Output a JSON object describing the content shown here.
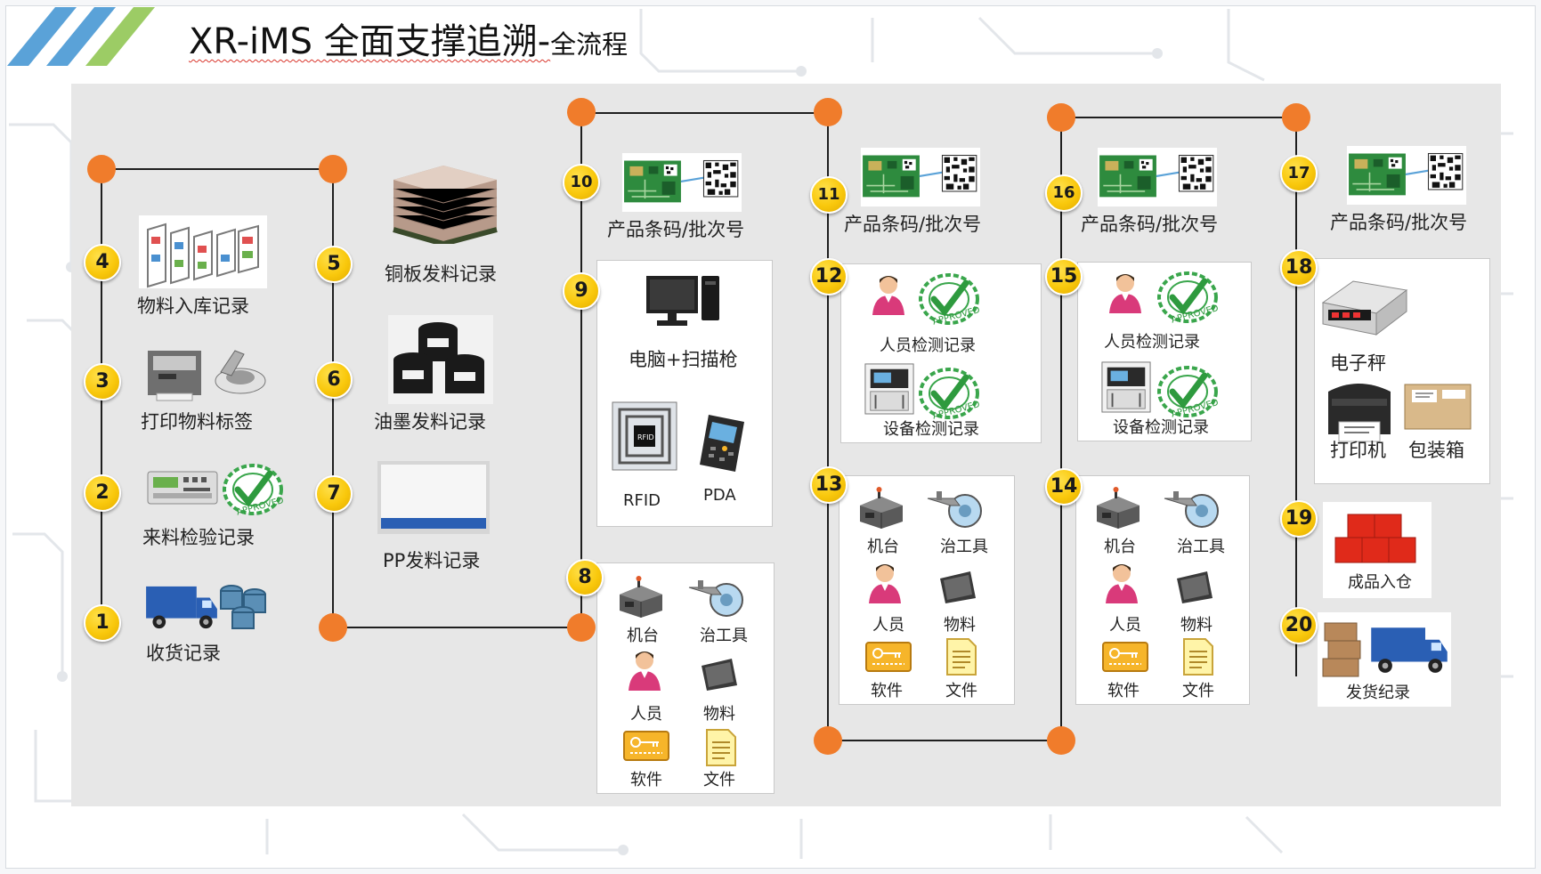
{
  "title": {
    "main": "XR-iMS 全面支撑追溯-",
    "sub": "全流程"
  },
  "labels": {
    "receiving": "收货记录",
    "incoming_inspection": "来料检验记录",
    "print_label": "打印物料标签",
    "material_storage": "物料入库记录",
    "copper_issue": "铜板发料记录",
    "ink_issue": "油墨发料记录",
    "pp_issue": "PP发料记录",
    "barcode": "产品条码/批次号",
    "pc_scanner": "电脑+扫描枪",
    "rfid": "RFID",
    "pda": "PDA",
    "machine": "机台",
    "fixture": "治工具",
    "person": "人员",
    "material": "物料",
    "software": "软件",
    "document": "文件",
    "person_inspection": "人员检测记录",
    "equipment_inspection": "设备检测记录",
    "scale": "电子秤",
    "printer": "打印机",
    "packing_box": "包装箱",
    "finished_storage": "成品入仓",
    "shipping": "发货纪录"
  },
  "steps": [
    "1",
    "2",
    "3",
    "4",
    "5",
    "6",
    "7",
    "8",
    "9",
    "10",
    "11",
    "12",
    "13",
    "14",
    "15",
    "16",
    "17",
    "18",
    "19",
    "20"
  ],
  "colors": {
    "node": "#f07c2b",
    "badge": "#f9c80c",
    "panel": "#e7e7e7",
    "stripe_blue": "#5aa2d8",
    "stripe_green": "#9ccc65"
  },
  "icons": [
    "truck-icon",
    "barrels-icon",
    "test-instrument-icon",
    "approved-stamp-icon",
    "label-printer-icon",
    "warehouse-shelf-icon",
    "copper-plates-icon",
    "ink-cans-icon",
    "pp-sheet-icon",
    "pcb-barcode-icon",
    "computer-scanner-icon",
    "rfid-tag-icon",
    "pda-icon",
    "machine-icon",
    "fixture-icon",
    "person-icon",
    "material-chip-icon",
    "software-key-icon",
    "document-icon",
    "aoi-equipment-icon",
    "scale-icon",
    "box-icon",
    "warehouse-boxes-icon"
  ]
}
